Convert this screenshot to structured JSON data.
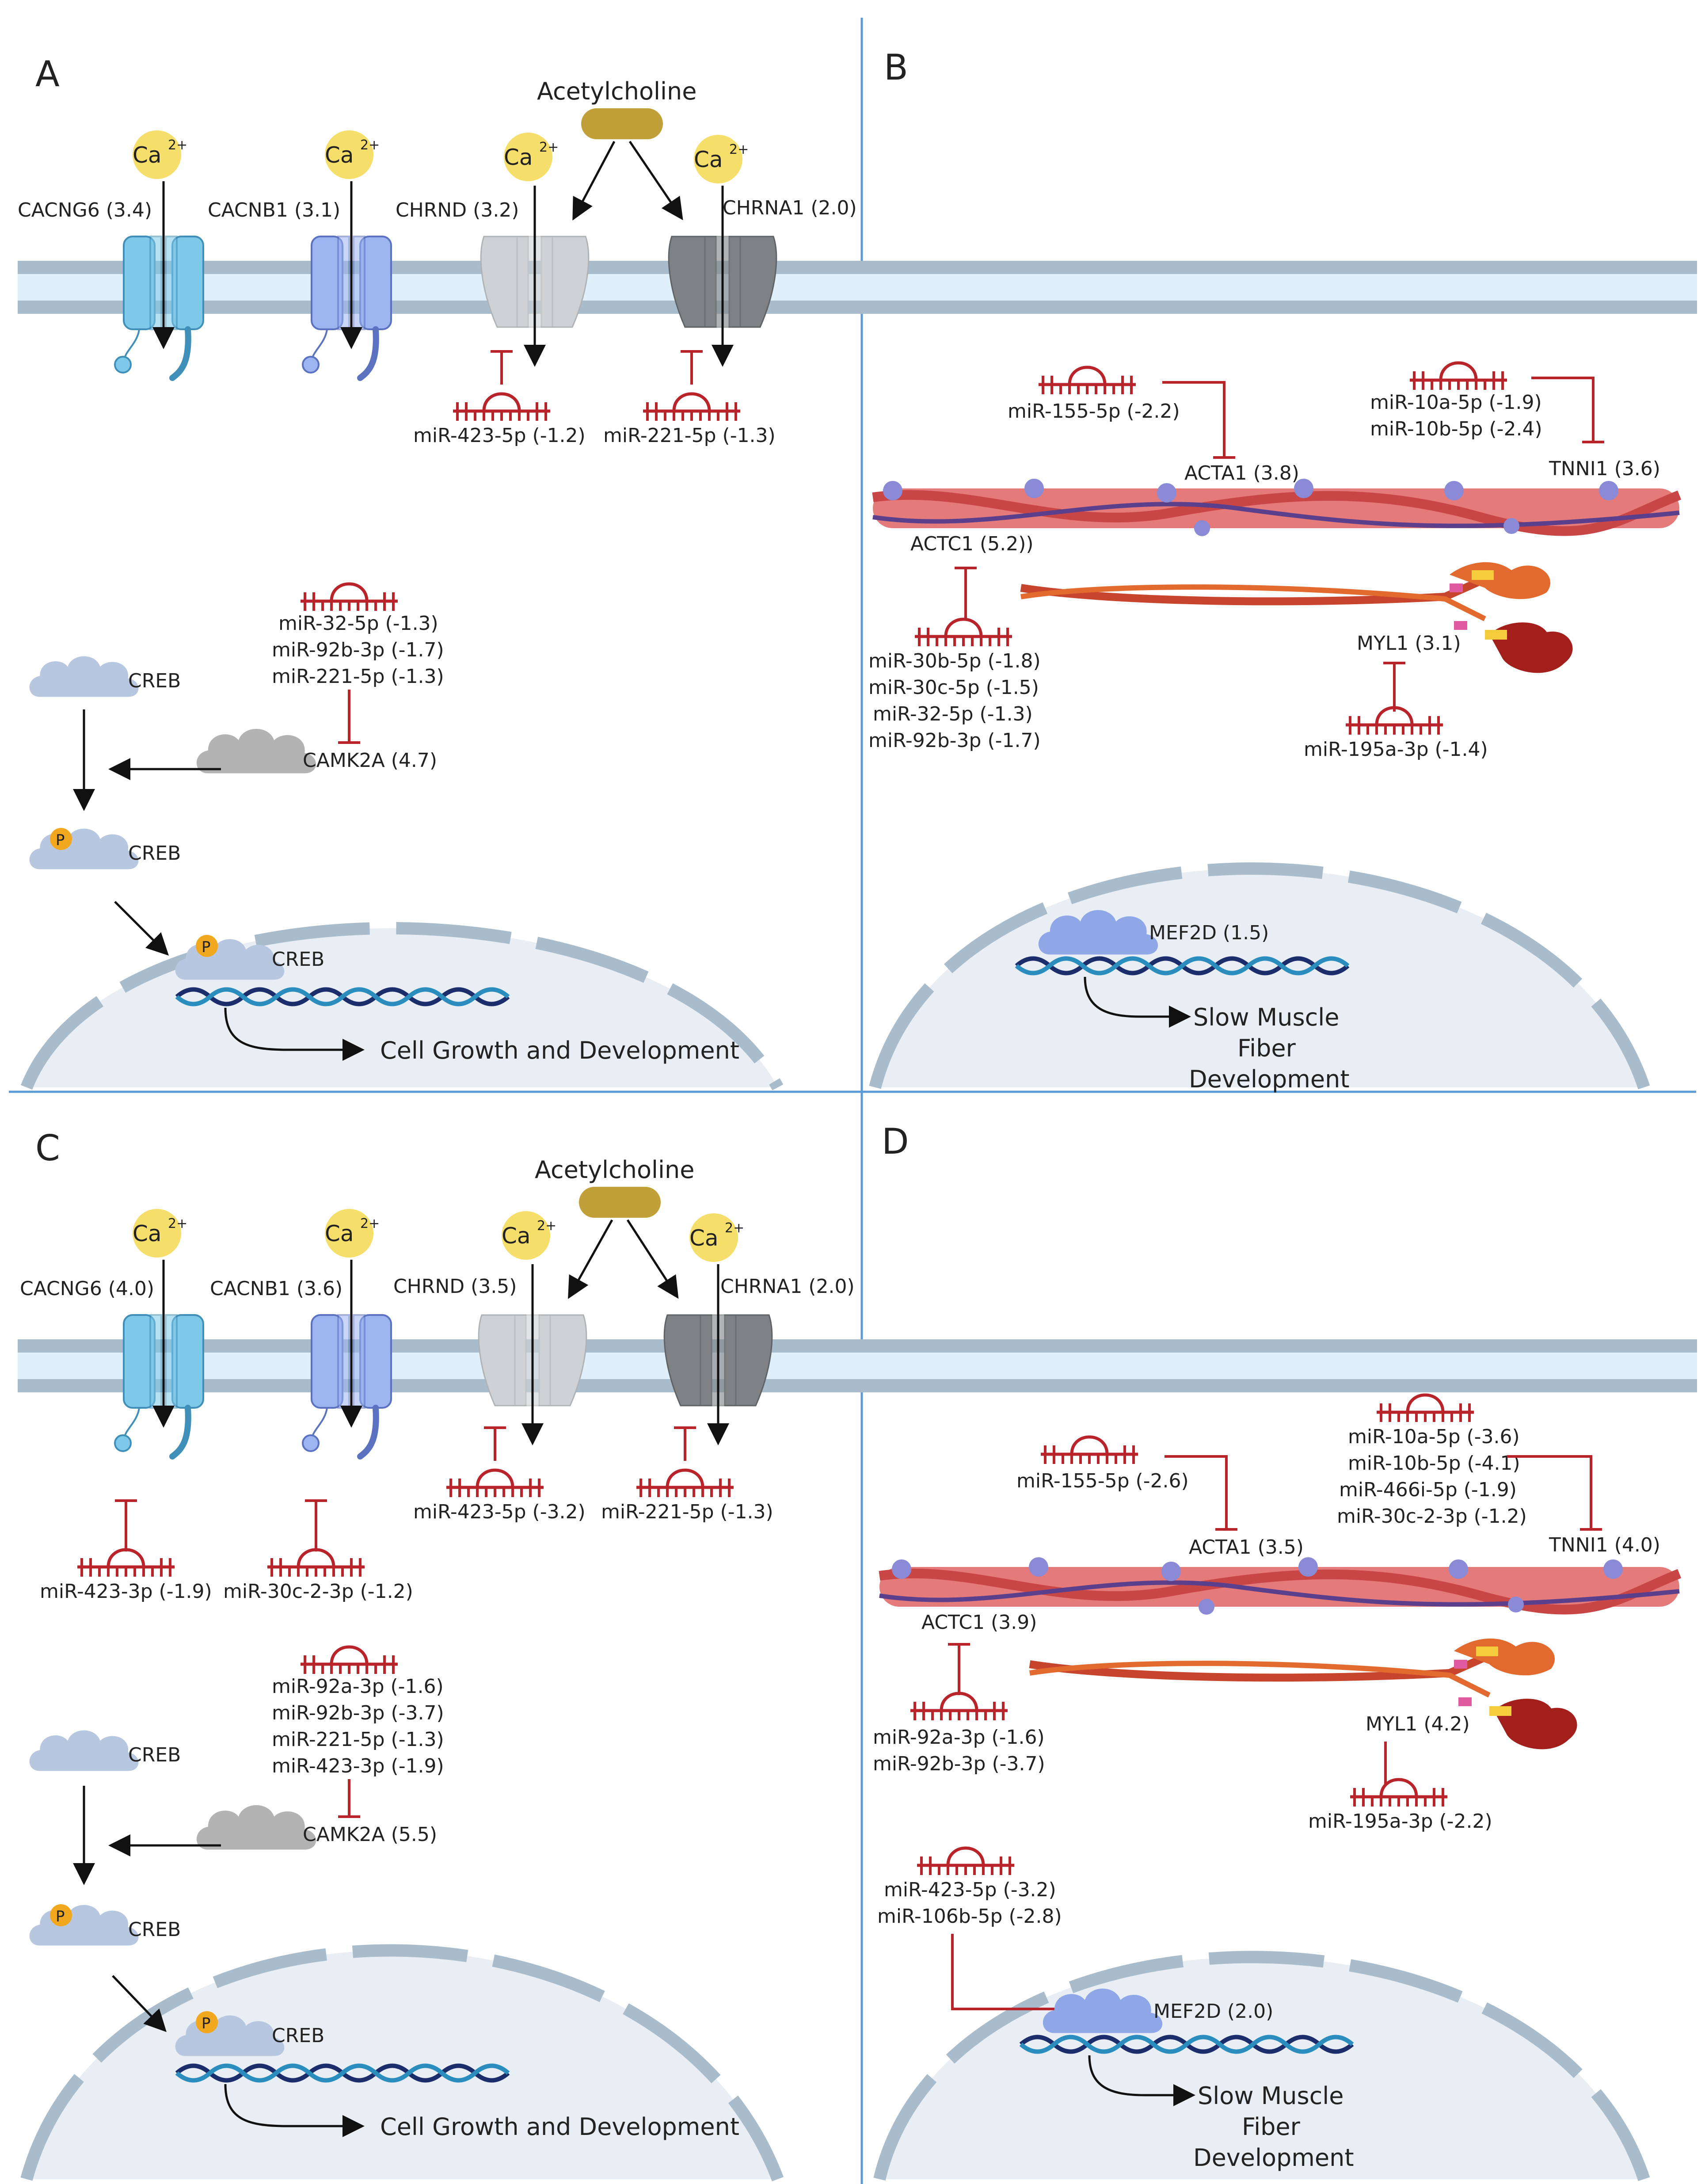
{
  "panels": {
    "A": {
      "letter": "A",
      "acetylcholine": "Acetylcholine",
      "ca": "Ca",
      "ca_charge": "2+",
      "channels": [
        "CACNG6 (3.4)",
        "CACNB1 (3.1)",
        "CHRND (3.2)",
        "CHRNA1 (2.0)"
      ],
      "channel_mirs": [
        "miR-423-5p (-1.2)",
        "miR-221-5p (-1.3)"
      ],
      "camk_mirs": [
        "miR-32-5p (-1.3)",
        "miR-92b-3p (-1.7)",
        "miR-221-5p (-1.3)"
      ],
      "camk2a": "CAMK2A (4.7)",
      "creb": "CREB",
      "phospho": "P",
      "outcome": "Cell Growth and Development"
    },
    "B": {
      "letter": "B",
      "mir155": "miR-155-5p (-2.2)",
      "mir10": [
        "miR-10a-5p (-1.9)",
        "miR-10b-5p (-2.4)"
      ],
      "acta1": "ACTA1 (3.8)",
      "tnni1": "TNNI1 (3.6)",
      "actc1": "ACTC1 (5.2))",
      "actc1_mirs": [
        "miR-30b-5p (-1.8)",
        "miR-30c-5p (-1.5)",
        "miR-32-5p (-1.3)",
        "miR-92b-3p (-1.7)"
      ],
      "myl1": "MYL1 (3.1)",
      "myl1_mir": "miR-195a-3p (-1.4)",
      "mef2d": "MEF2D (1.5)",
      "outcome": [
        "Slow Muscle",
        "Fiber",
        "Development"
      ]
    },
    "C": {
      "letter": "C",
      "acetylcholine": "Acetylcholine",
      "ca": "Ca",
      "ca_charge": "2+",
      "channels": [
        "CACNG6 (4.0)",
        "CACNB1 (3.6)",
        "CHRND (3.5)",
        "CHRNA1 (2.0)"
      ],
      "channel_mirs": [
        "miR-423-5p (-3.2)",
        "miR-221-5p (-1.3)"
      ],
      "lower_mirs": [
        "miR-423-3p (-1.9)",
        "miR-30c-2-3p (-1.2)"
      ],
      "camk_mirs": [
        "miR-92a-3p (-1.6)",
        "miR-92b-3p (-3.7)",
        "miR-221-5p (-1.3)",
        "miR-423-3p (-1.9)"
      ],
      "camk2a": "CAMK2A (5.5)",
      "creb": "CREB",
      "phospho": "P",
      "outcome": "Cell Growth and Development"
    },
    "D": {
      "letter": "D",
      "mir155": "miR-155-5p (-2.6)",
      "mir10": [
        "miR-10a-5p (-3.6)",
        "miR-10b-5p (-4.1)",
        "miR-466i-5p (-1.9)",
        "miR-30c-2-3p (-1.2)"
      ],
      "acta1": "ACTA1 (3.5)",
      "tnni1": "TNNI1 (4.0)",
      "actc1": "ACTC1 (3.9)",
      "actc1_mirs": [
        "miR-92a-3p (-1.6)",
        "miR-92b-3p (-3.7)"
      ],
      "myl1": "MYL1 (4.2)",
      "myl1_mir": "miR-195a-3p (-2.2)",
      "mef2d_mirs": [
        "miR-423-5p (-3.2)",
        "miR-106b-5p (-2.8)"
      ],
      "mef2d": "MEF2D (2.0)",
      "outcome": [
        "Slow Muscle",
        "Fiber",
        "Development"
      ]
    }
  },
  "colors": {
    "divider": "#5b9bd5",
    "membrane": "#a9bccb",
    "membrane_inner": "#e0f0fa",
    "cacng6": "#7ec8ea",
    "cacnb1": "#9cb4ef",
    "chrnd": "#cfd2d4",
    "chrna1": "#7e8285",
    "inhibit": "#b8242a",
    "calcium": "#f4dc5a",
    "acetylcholine": "#c1a03a",
    "creb": "#b7c7df",
    "camk2a": "#b3b3b3",
    "phospho": "#f2a81e",
    "nucleus": "#e8eef3",
    "nucleus_edge": "#a9bccb",
    "dna_dark": "#1b2e6b",
    "dna_light": "#2b8dbd",
    "actin": "#e47a7a",
    "actin_dark": "#c94646",
    "troponin": "#8a8ad6",
    "myosin": "#c6452c",
    "myosin_head": "#e26a2f",
    "myosin_head2": "#a31f1c",
    "mef2d": "#8fa7e6"
  }
}
